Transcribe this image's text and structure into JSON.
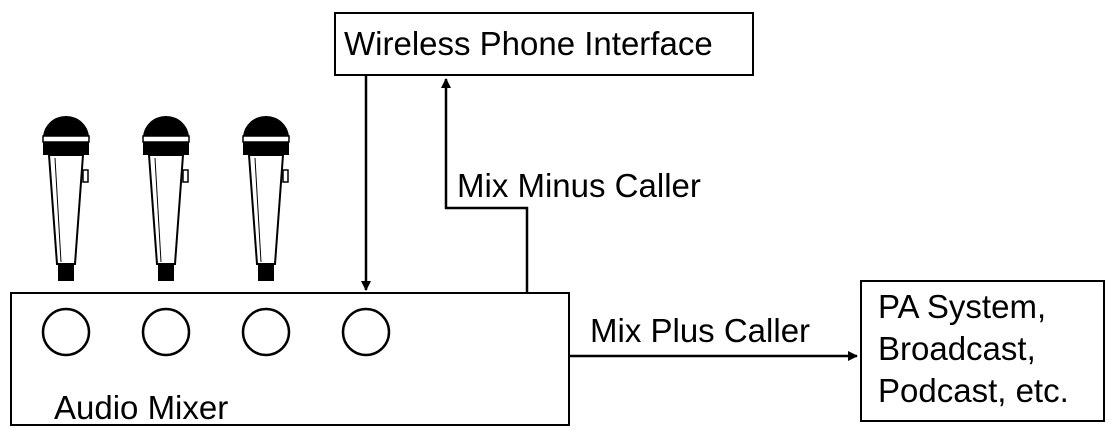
{
  "nodes": {
    "phone_interface": "Wireless Phone Interface",
    "mixer": "Audio Mixer",
    "output": "PA System,\nBroadcast,\nPodcast, etc."
  },
  "edges": {
    "mix_minus": "Mix Minus Caller",
    "mix_plus": "Mix Plus Caller"
  },
  "mixer_channels": 4,
  "microphones": 3
}
